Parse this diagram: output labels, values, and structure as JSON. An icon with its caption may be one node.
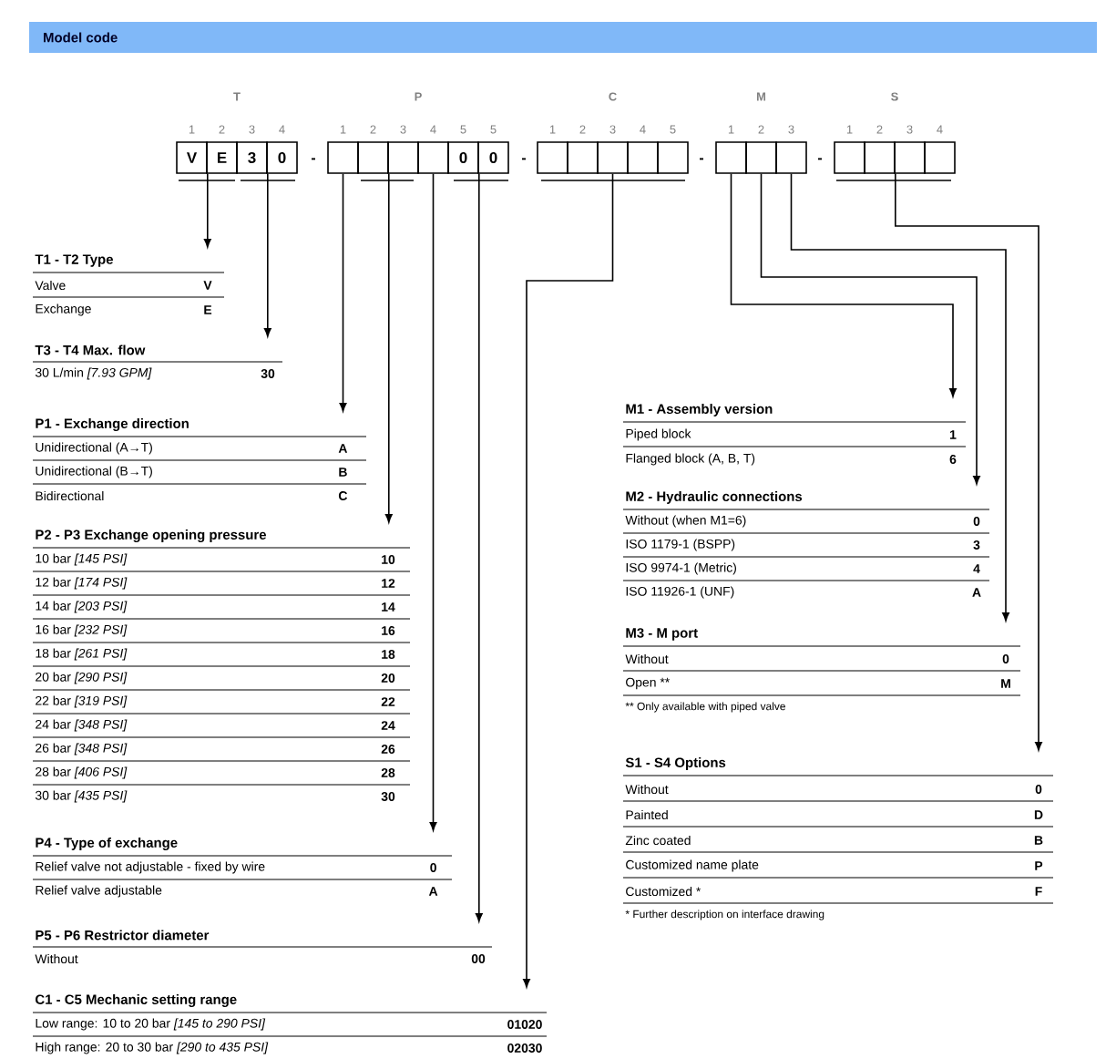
{
  "diagram": {
    "title": "Model code",
    "nodes": [
      {
        "text": [
          "V"
        ]
      },
      {
        "text": [
          "E"
        ]
      },
      {
        "text": [
          "3"
        ]
      },
      {
        "text": [
          "0"
        ]
      },
      {
        "text": [],
        "shape": "box"
      },
      {
        "text": [],
        "shape": "box"
      },
      {
        "text": [],
        "shape": "box"
      },
      {
        "text": [],
        "shape": "box"
      },
      {
        "text": [
          "0"
        ]
      },
      {
        "text": [
          "0"
        ]
      },
      {
        "text": [],
        "shape": "box"
      },
      {
        "text": [],
        "shape": "box"
      },
      {
        "text": [],
        "shape": "box"
      },
      {
        "text": [],
        "shape": "box"
      },
      {
        "text": [],
        "shape": "box"
      },
      {
        "text": [],
        "shape": "box"
      },
      {
        "text": [],
        "shape": "box"
      },
      {
        "text": [],
        "shape": "box"
      },
      {
        "text": [],
        "shape": "box"
      },
      {
        "text": [],
        "shape": "box"
      },
      {
        "text": [],
        "shape": "box"
      },
      {
        "text": [],
        "shape": "box"
      },
      {
        "text": [
          "T1 - T2 Type",
          "Valve",
          "V",
          "Exchange",
          "E"
        ]
      },
      {
        "text": [
          "T3 - T4 Max. flow",
          "30 L/min *[7.93 GPM]*",
          "30"
        ]
      },
      {
        "text": [
          "P1 - Exchange direction",
          "Unidirectional (A→T)",
          "A",
          "Unidirectional (B→T)",
          "B",
          "Bidirectional",
          "C"
        ]
      },
      {
        "text": [
          "P2 - P3 Exchange opening pressure",
          "10 bar *[145 PSI]*",
          "10",
          "12 bar *[174 PSI]*",
          "12",
          "14 bar *[203 PSI]*",
          "14",
          "16 bar *[232 PSI]*",
          "16",
          "18 bar *[261 PSI]*",
          "18",
          "20 bar *[290 PSI]*",
          "20",
          "22 bar *[319 PSI]*",
          "22",
          "24 bar *[348 PSI]*",
          "24",
          "26 bar *[348 PSI]*",
          "26",
          "28 bar *[406 PSI]*",
          "28",
          "30 bar *[435 PSI]*",
          "30"
        ]
      },
      {
        "text": [
          "P4 - Type of exchange",
          "Relief valve not adjustable - fixed by wire",
          "0",
          "Relief valve adjustable",
          "A"
        ]
      },
      {
        "text": [
          "P5 - P6 Restrictor diameter",
          "Without",
          "00"
        ]
      },
      {
        "text": [
          "C1 - C5 Mechanic setting range",
          "Low range: 10 to 20 bar *[145 to 290 PSI]*",
          "01020",
          "High range: 20 to 30 bar *[290 to 435 PSI]*",
          "02030"
        ]
      },
      {
        "text": [
          "M1 - Assembly version",
          "Piped block",
          "1",
          "Flanged block (A, B, T)",
          "6"
        ]
      },
      {
        "text": [
          "M2 - Hydraulic connections",
          "Without (when M1=6)",
          "0",
          "ISO 1179-1 (BSPP)",
          "3",
          "ISO 9974-1 (Metric)",
          "4",
          "ISO 11926-1 (UNF)",
          "A"
        ]
      },
      {
        "text": [
          "M3 - M port",
          "Without",
          "0",
          "Open **",
          "M",
          "** Only available with piped valve"
        ]
      },
      {
        "text": [
          "S1 - S4 Options",
          "Without",
          "0",
          "Painted",
          "D",
          "Zinc coated",
          "B",
          "Customized name plate",
          "P",
          "Customized *",
          "F",
          "* Further description on interface drawing"
        ]
      }
    ],
    "edges": [
      {
        "from": 0,
        "to": 22,
        "arrow": "to"
      },
      {
        "from": 2,
        "to": 23,
        "arrow": "to"
      },
      {
        "from": 4,
        "to": 24,
        "arrow": "to"
      },
      {
        "from": 5,
        "to": 25,
        "arrow": "to"
      },
      {
        "from": 7,
        "to": 26,
        "arrow": "to"
      },
      {
        "from": 8,
        "to": 27,
        "arrow": "to"
      },
      {
        "from": 12,
        "to": 28,
        "arrow": "to"
      },
      {
        "from": 15,
        "to": 29,
        "arrow": "to"
      },
      {
        "from": 16,
        "to": 30,
        "arrow": "to"
      },
      {
        "from": 17,
        "to": 31,
        "arrow": "to"
      },
      {
        "from": 19,
        "to": 32,
        "arrow": "to"
      }
    ],
    "labels": [
      "T",
      "P",
      "C",
      "M",
      "S",
      "1",
      "2",
      "3",
      "4",
      "1",
      "2",
      "3",
      "4",
      "5",
      "5",
      "1",
      "2",
      "3",
      "4",
      "5",
      "1",
      "2",
      "3",
      "1",
      "2",
      "3",
      "4",
      "-",
      "-",
      "-",
      "-"
    ]
  }
}
